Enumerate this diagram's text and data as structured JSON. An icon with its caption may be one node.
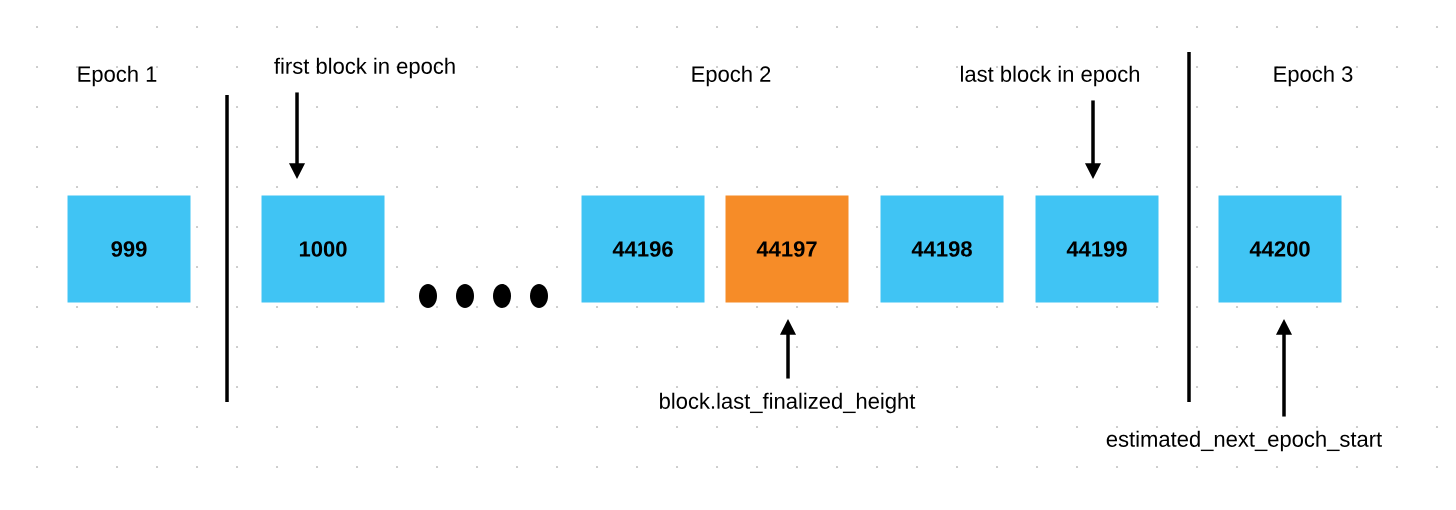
{
  "diagram": {
    "nodes": [
      {
        "text": [
          "999"
        ]
      },
      {
        "text": [
          "1000"
        ]
      },
      {
        "text": [
          "44196"
        ]
      },
      {
        "text": [
          "44197"
        ]
      },
      {
        "text": [
          "44198"
        ]
      },
      {
        "text": [
          "44199"
        ]
      },
      {
        "text": [
          "44200"
        ]
      },
      {
        "text": [
          "first block in epoch"
        ]
      },
      {
        "text": [
          "last block in epoch"
        ]
      },
      {
        "text": [
          "block.last_finalized_height"
        ]
      },
      {
        "text": [
          "estimated_next_epoch_start"
        ]
      }
    ],
    "edges": [
      {
        "from": 7,
        "to": 1,
        "arrow": "to"
      },
      {
        "from": 8,
        "to": 5,
        "arrow": "to"
      },
      {
        "from": 9,
        "to": 3,
        "arrow": "to"
      },
      {
        "from": 10,
        "to": 6,
        "arrow": "to"
      }
    ],
    "labels": [
      "Epoch 1",
      "Epoch 2",
      "Epoch 3"
    ]
  }
}
